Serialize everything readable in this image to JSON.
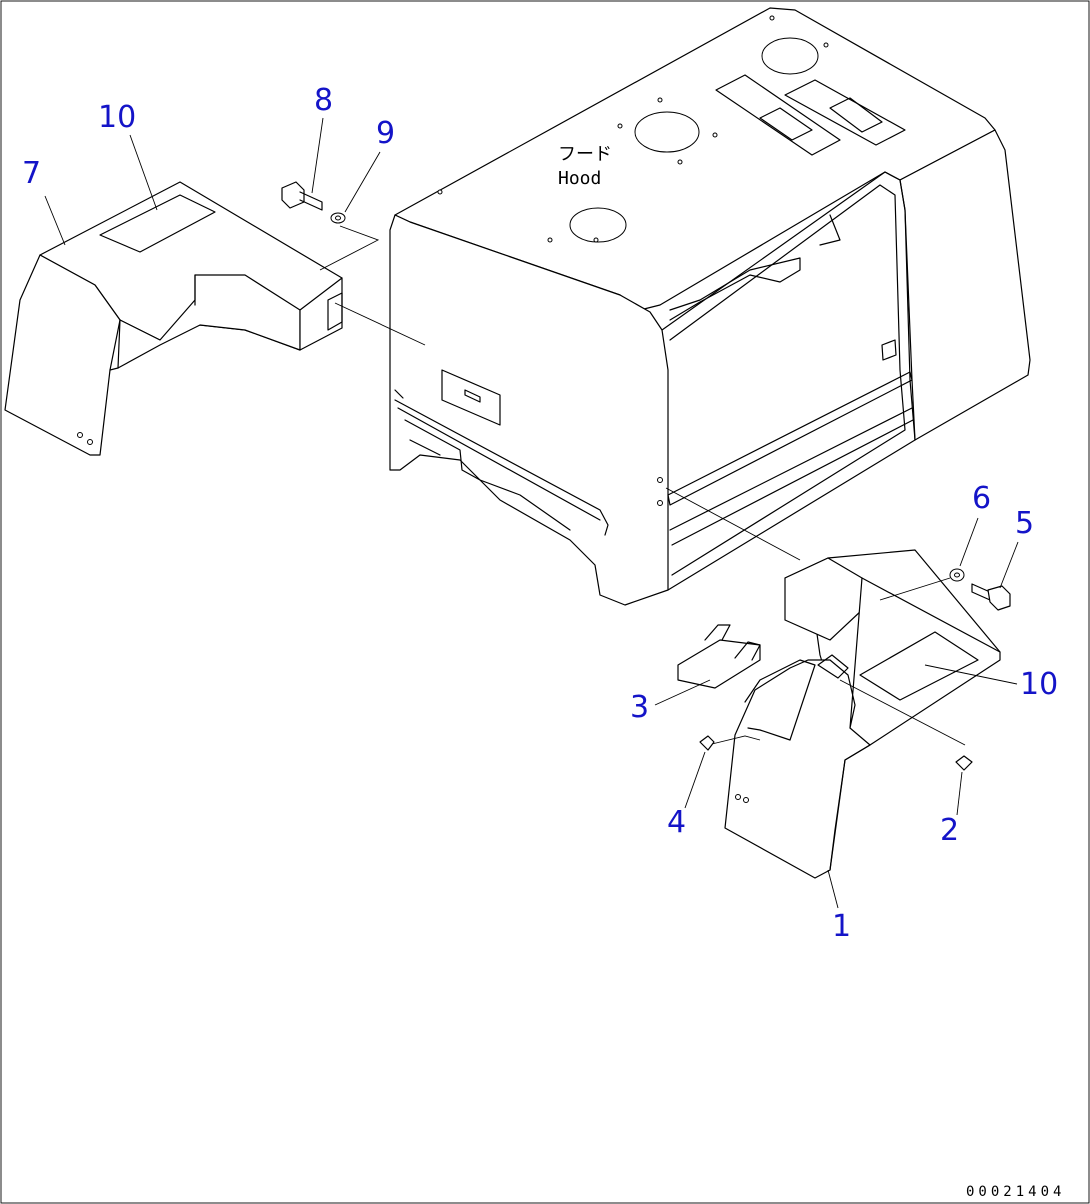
{
  "hood_label_jp": "フード",
  "hood_label_en": "Hood",
  "drawing_code": "00021404",
  "callouts": [
    {
      "id": "7",
      "text": "7"
    },
    {
      "id": "10a",
      "text": "10"
    },
    {
      "id": "8",
      "text": "8"
    },
    {
      "id": "9",
      "text": "9"
    },
    {
      "id": "6",
      "text": "6"
    },
    {
      "id": "5",
      "text": "5"
    },
    {
      "id": "10b",
      "text": "10"
    },
    {
      "id": "3",
      "text": "3"
    },
    {
      "id": "4",
      "text": "4"
    },
    {
      "id": "2",
      "text": "2"
    },
    {
      "id": "1",
      "text": "1"
    }
  ],
  "colors": {
    "callout": "#1414c8",
    "line": "#000000",
    "background": "#ffffff"
  }
}
